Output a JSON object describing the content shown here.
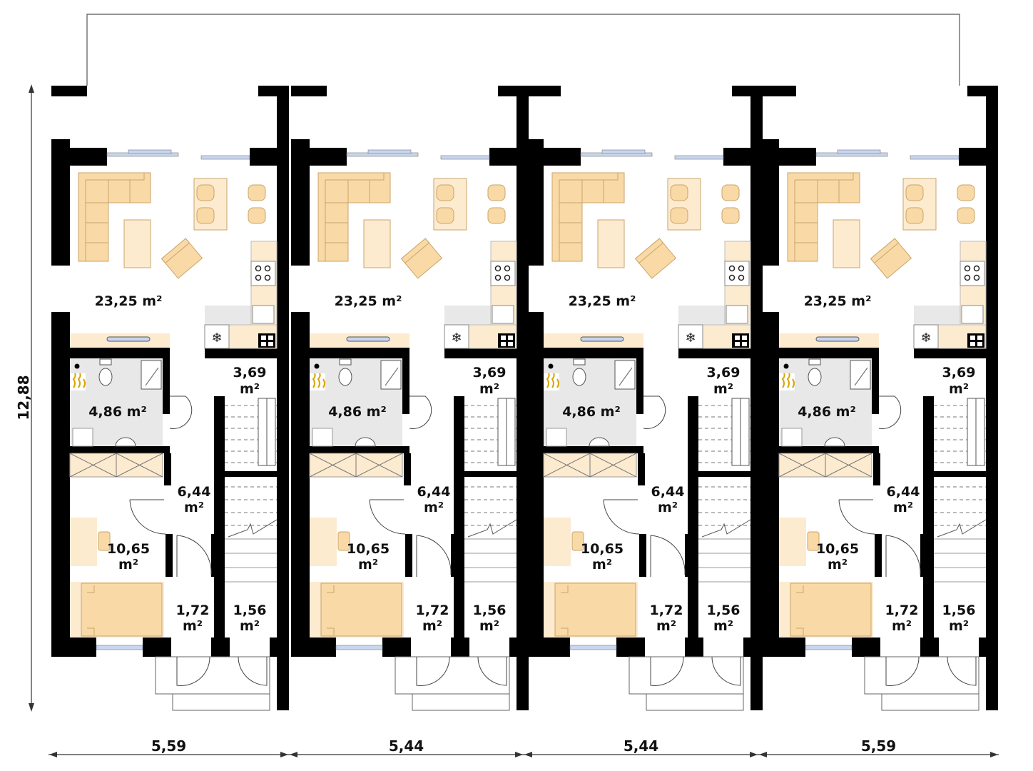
{
  "plan": {
    "overall_depth": "12,88",
    "unit_widths": [
      "5,59",
      "5,44",
      "5,44",
      "5,59"
    ],
    "area_unit": "m²",
    "units": [
      {
        "living": "23,25",
        "pantry": "3,69",
        "bathroom": "4,86",
        "hall": "6,44",
        "bedroom": "10,65",
        "vestibule": "1,72",
        "storage": "1,56"
      },
      {
        "living": "23,25",
        "pantry": "3,69",
        "bathroom": "4,86",
        "hall": "6,44",
        "bedroom": "10,65",
        "vestibule": "1,72",
        "storage": "1,56"
      },
      {
        "living": "23,25",
        "pantry": "3,69",
        "bathroom": "4,86",
        "hall": "6,44",
        "bedroom": "10,65",
        "vestibule": "1,72",
        "storage": "1,56"
      },
      {
        "living": "23,25",
        "pantry": "3,69",
        "bathroom": "4,86",
        "hall": "6,44",
        "bedroom": "10,65",
        "vestibule": "1,72",
        "storage": "1,56"
      }
    ],
    "icons": [
      "sofa-icon",
      "dining-table-icon",
      "armchair-icon",
      "stove-icon",
      "sink-icon",
      "fridge-icon",
      "toilet-icon",
      "shower-icon",
      "boiler-icon",
      "wardrobe-icon",
      "desk-icon",
      "bed-icon",
      "stairs-icon",
      "door-icon",
      "window-icon"
    ],
    "colors": {
      "wall": "#000000",
      "furniture": "#f9d9a6",
      "furniture_light": "#fdebd0",
      "wet_area": "#e8e8e8",
      "window": "#c9d6ef"
    }
  }
}
